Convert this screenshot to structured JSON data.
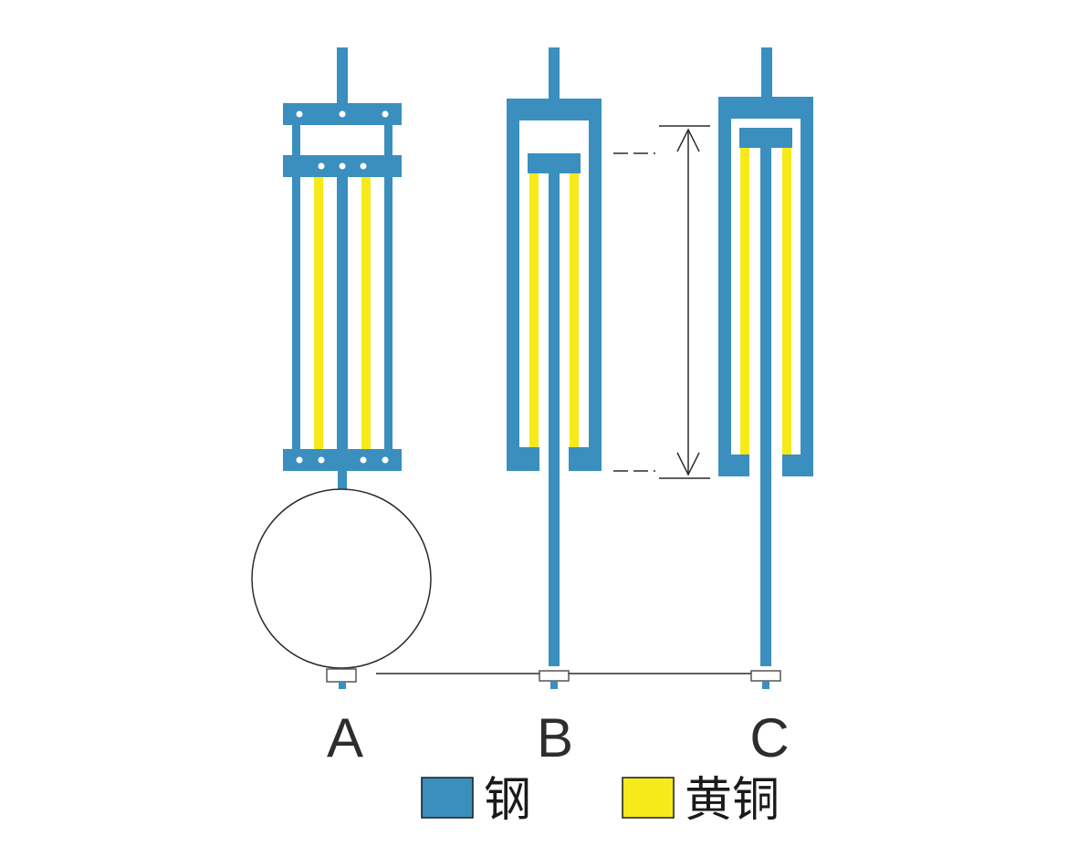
{
  "diagram": {
    "pendulums": [
      {
        "id": "A",
        "label": "A"
      },
      {
        "id": "B",
        "label": "B"
      },
      {
        "id": "C",
        "label": "C"
      }
    ],
    "legend": [
      {
        "name": "steel",
        "text": "钢",
        "color": "#3a8fbe"
      },
      {
        "name": "brass",
        "text": "黄铜",
        "color": "#f6ea1a"
      }
    ],
    "colors": {
      "steel": "#3a8fbe",
      "brass": "#f6ea1a",
      "line": "#2b2b2b"
    }
  }
}
